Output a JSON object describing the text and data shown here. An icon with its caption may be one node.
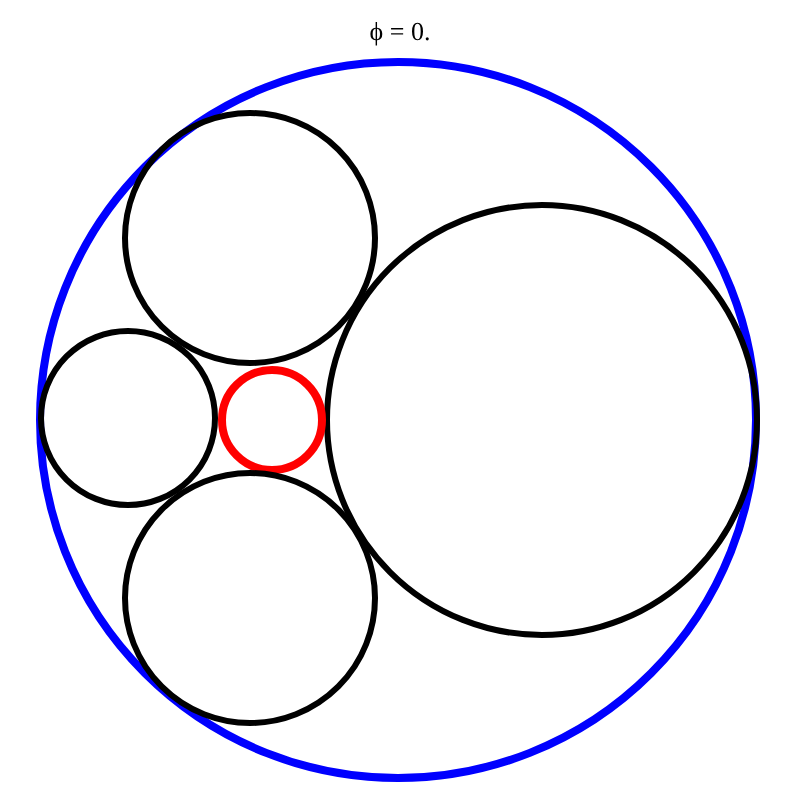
{
  "diagram": {
    "title": "ϕ = 0.",
    "nodes": [
      {
        "text": [],
        "shape": "circle"
      },
      {
        "text": [],
        "shape": "circle",
        "in": 0
      },
      {
        "text": [],
        "shape": "circle",
        "in": 0
      },
      {
        "text": [],
        "shape": "circle",
        "in": 0
      },
      {
        "text": [],
        "shape": "circle",
        "in": 0
      },
      {
        "text": [],
        "shape": "circle",
        "in": 0
      }
    ]
  }
}
